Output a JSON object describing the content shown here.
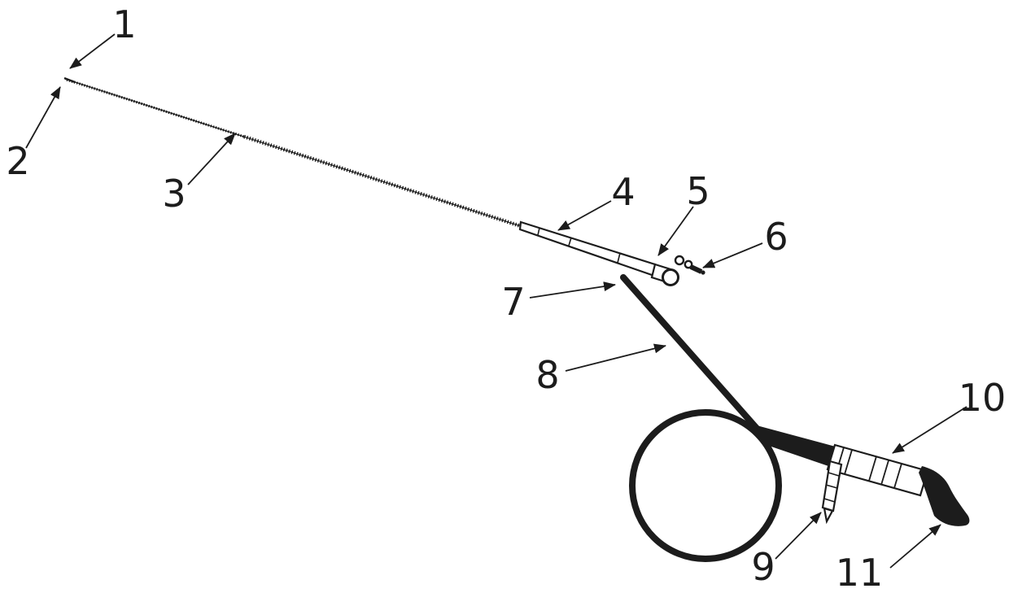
{
  "page": {
    "background_color": "#ffffff",
    "ink_color": "#1c1c1c"
  },
  "callouts": [
    {
      "label": "1"
    },
    {
      "label": "2"
    },
    {
      "label": "3"
    },
    {
      "label": "4"
    },
    {
      "label": "5"
    },
    {
      "label": "6"
    },
    {
      "label": "7"
    },
    {
      "label": "8"
    },
    {
      "label": "9"
    },
    {
      "label": "10"
    },
    {
      "label": "11"
    }
  ]
}
